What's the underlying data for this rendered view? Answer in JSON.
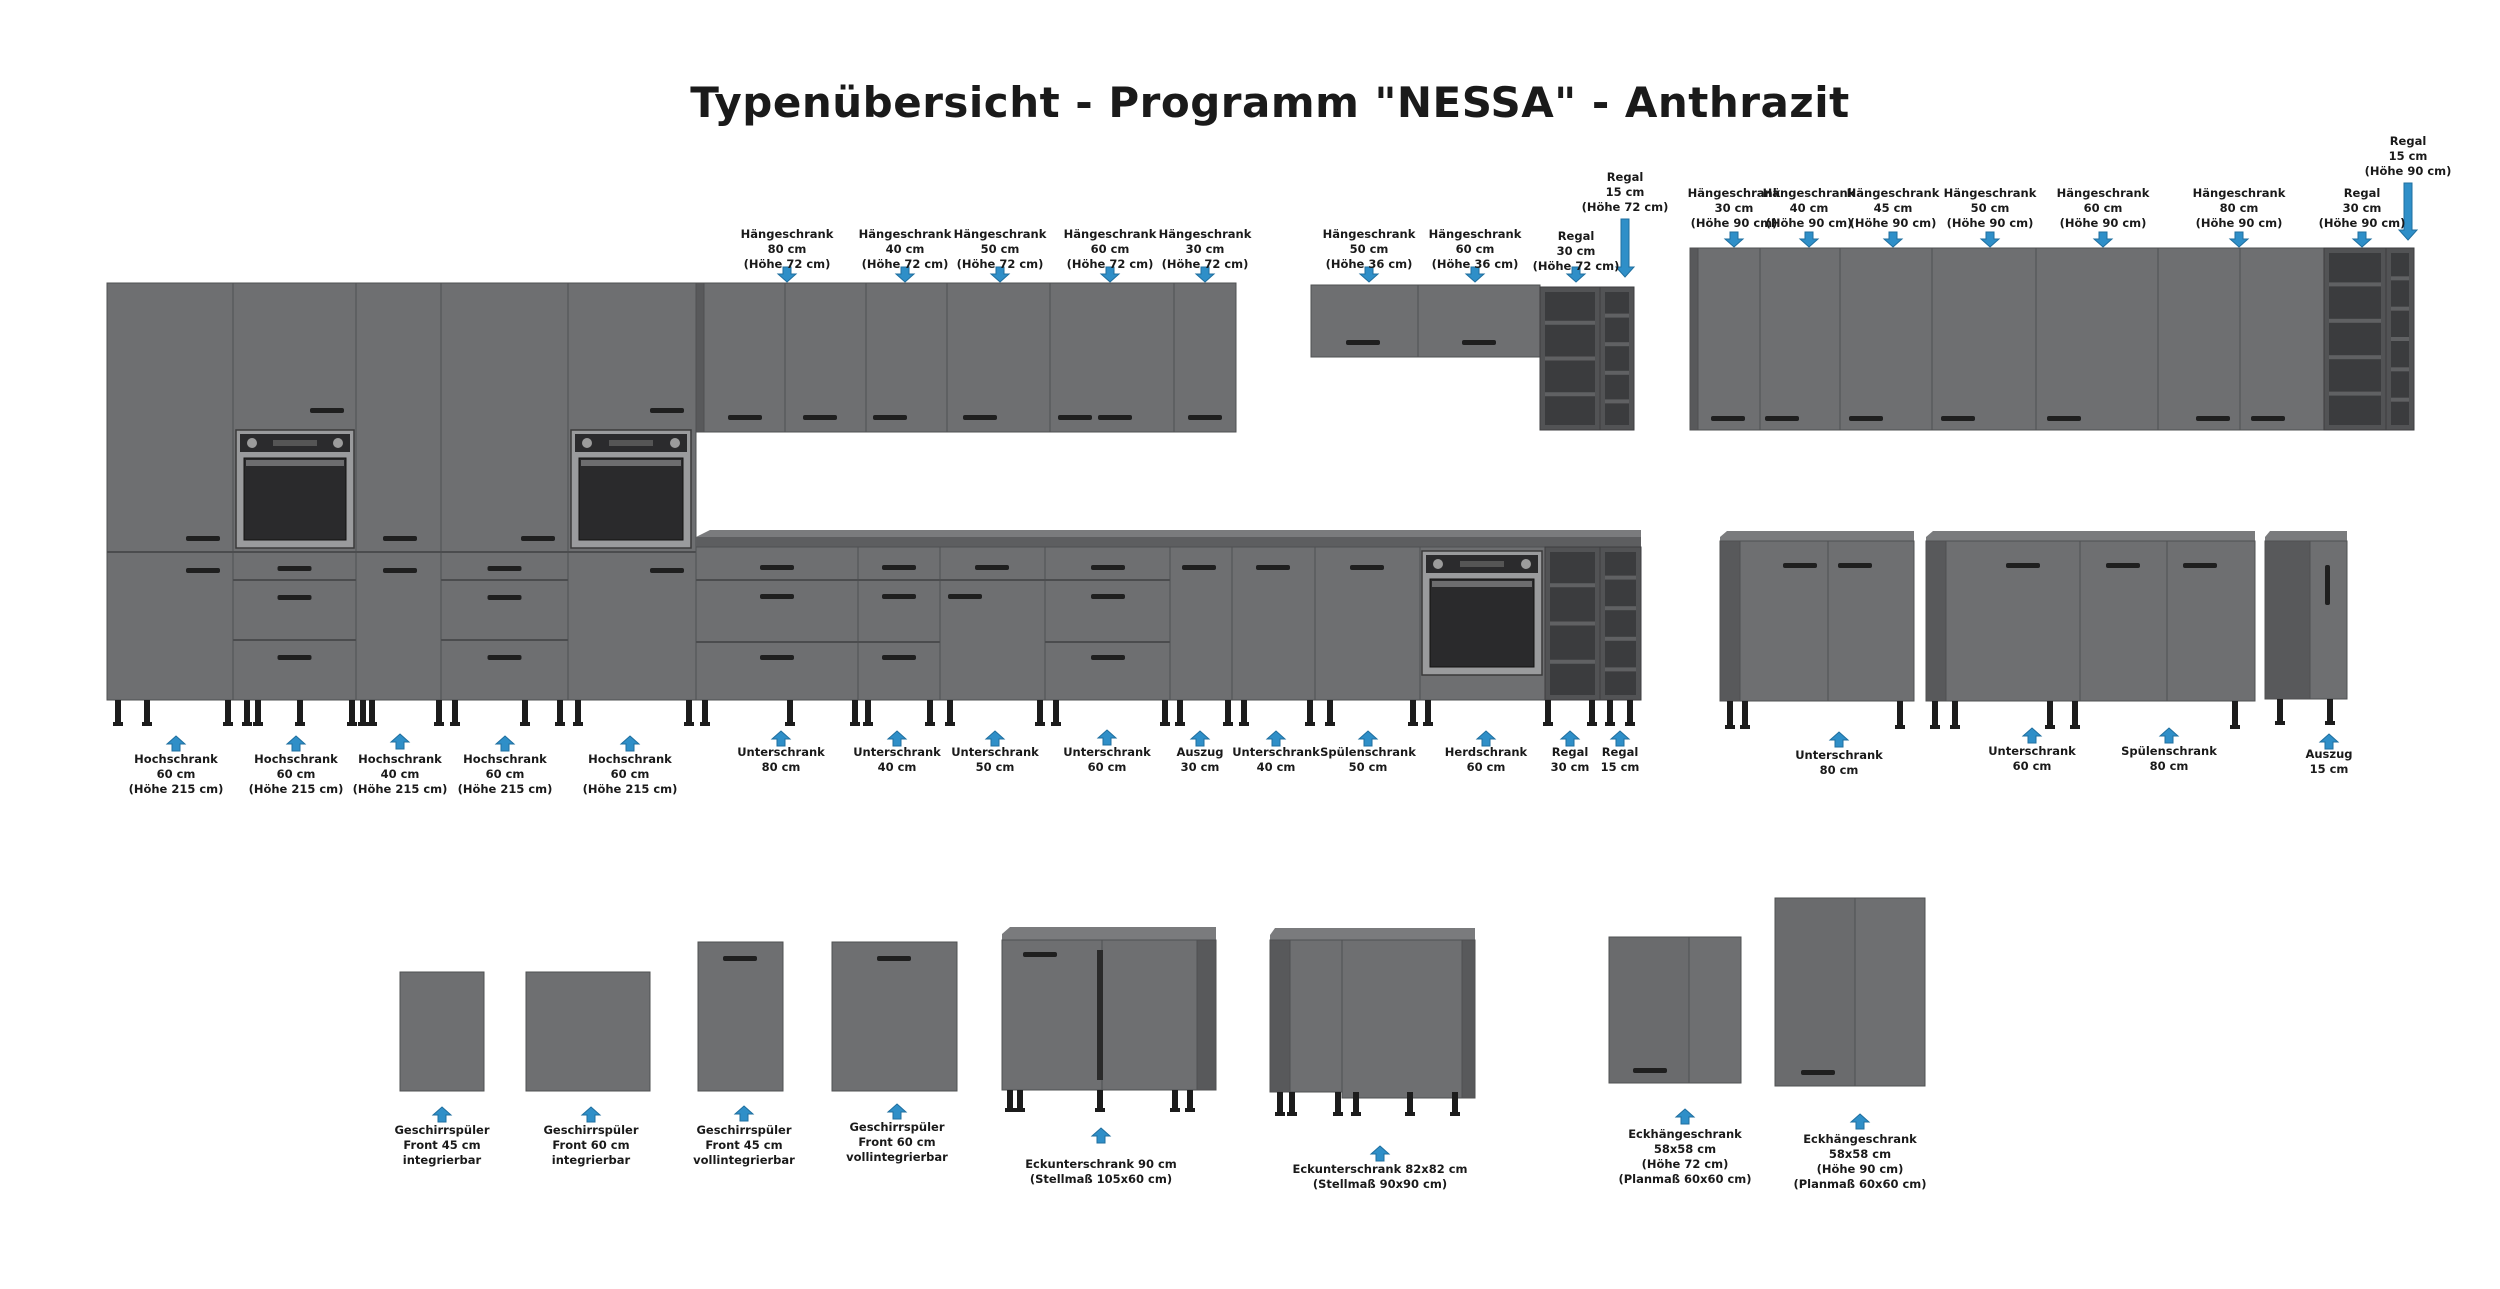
{
  "title": "Typenübersicht - Programm \"NESSA\" - Anthrazit",
  "colors": {
    "cabinet_front": "#6e6f71",
    "cabinet_side": "#58595b",
    "cabinet_shadow": "#4a4b4d",
    "countertop": "#5d5e60",
    "handle": "#1f1f1f",
    "leg": "#1c1c1c",
    "arrow": "#2f8fc8",
    "arrow_edge": "#1f6f9f",
    "oven_frame": "#9a9b9d",
    "oven_glass": "#2a2a2c"
  },
  "icons": {
    "arrow_up": "arrow-up-icon",
    "arrow_down": "arrow-down-icon"
  },
  "labels": {
    "hs1": [
      "Hochschrank",
      "60 cm",
      "(Höhe 215 cm)"
    ],
    "hs2": [
      "Hochschrank",
      "60 cm",
      "(Höhe 215 cm)"
    ],
    "hs3": [
      "Hochschrank",
      "40 cm",
      "(Höhe 215 cm)"
    ],
    "hs4": [
      "Hochschrank",
      "60 cm",
      "(Höhe 215 cm)"
    ],
    "hs5": [
      "Hochschrank",
      "60 cm",
      "(Höhe 215 cm)"
    ],
    "us80": [
      "Unterschrank",
      "80 cm"
    ],
    "us40a": [
      "Unterschrank",
      "40 cm"
    ],
    "us50": [
      "Unterschrank",
      "50 cm"
    ],
    "us60": [
      "Unterschrank",
      "60 cm"
    ],
    "ausz30": [
      "Auszug",
      "30 cm"
    ],
    "us40b": [
      "Unterschrank",
      "40 cm"
    ],
    "spuel50": [
      "Spülenschrank",
      "50 cm"
    ],
    "herd60": [
      "Herdschrank",
      "60 cm"
    ],
    "regal30b": [
      "Regal",
      "30 cm"
    ],
    "regal15b": [
      "Regal",
      "15 cm"
    ],
    "hg80": [
      "Hängeschrank",
      "80 cm",
      "(Höhe  72 cm)"
    ],
    "hg40": [
      "Hängeschrank",
      "40 cm",
      "(Höhe  72 cm)"
    ],
    "hg50": [
      "Hängeschrank",
      "50 cm",
      "(Höhe  72 cm)"
    ],
    "hg60": [
      "Hängeschrank",
      "60 cm",
      "(Höhe  72 cm)"
    ],
    "hg30": [
      "Hängeschrank",
      "30 cm",
      "(Höhe  72 cm)"
    ],
    "hg50s": [
      "Hängeschrank",
      "50 cm",
      "(Höhe  36 cm)"
    ],
    "hg60s": [
      "Hängeschrank",
      "60 cm",
      "(Höhe  36 cm)"
    ],
    "regal30m": [
      "Regal",
      "30 cm",
      "(Höhe  72 cm)"
    ],
    "regal15m": [
      "Regal",
      "15 cm",
      "(Höhe 72 cm)"
    ],
    "h90_30": [
      "Hängeschrank",
      "30 cm",
      "(Höhe 90 cm)"
    ],
    "h90_40": [
      "Hängeschrank",
      "40 cm",
      "(Höhe 90 cm)"
    ],
    "h90_45": [
      "Hängeschrank",
      "45 cm",
      "(Höhe 90 cm)"
    ],
    "h90_50": [
      "Hängeschrank",
      "50 cm",
      "(Höhe 90 cm)"
    ],
    "h90_60": [
      "Hängeschrank",
      "60 cm",
      "(Höhe 90 cm)"
    ],
    "h90_80": [
      "Hängeschrank",
      "80 cm",
      "(Höhe 90 cm)"
    ],
    "regal30h": [
      "Regal",
      "30 cm",
      "(Höhe 90 cm)"
    ],
    "regal15h": [
      "Regal",
      "15 cm",
      "(Höhe 90 cm)"
    ],
    "us80r": [
      "Unterschrank",
      "80 cm"
    ],
    "us60r": [
      "Unterschrank",
      "60 cm"
    ],
    "spuel80r": [
      "Spülenschrank",
      "80 cm"
    ],
    "ausz15r": [
      "Auszug",
      "15 cm"
    ],
    "gs45": [
      "Geschirrspüler",
      "Front 45 cm",
      "integrierbar"
    ],
    "gs60": [
      "Geschirrspüler",
      "Front 60 cm",
      "integrierbar"
    ],
    "gs45v": [
      "Geschirrspüler",
      "Front 45 cm",
      "vollintegrierbar"
    ],
    "gs60v": [
      "Geschirrspüler",
      "Front 60 cm",
      "vollintegrierbar"
    ],
    "eck90": [
      "Eckunterschrank 90 cm",
      "(Stellmaß 105x60 cm)"
    ],
    "eck82": [
      "Eckunterschrank 82x82 cm",
      "(Stellmaß 90x90 cm)"
    ],
    "eckh72": [
      "Eckhängeschrank",
      "58x58 cm",
      "(Höhe 72 cm)",
      "(Planmaß  60x60 cm)"
    ],
    "eckh90": [
      "Eckhängeschrank",
      "58x58 cm",
      "(Höhe 90 cm)",
      "(Planmaß  60x60 cm)"
    ]
  }
}
